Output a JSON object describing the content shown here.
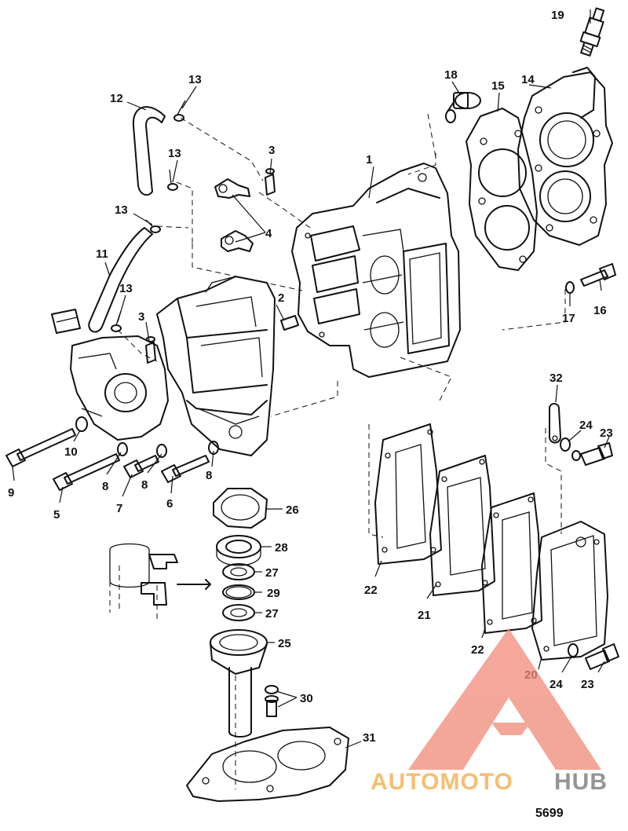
{
  "diagram": {
    "figure_code": "5699",
    "callouts": [
      {
        "id": "c1",
        "label": "1"
      },
      {
        "id": "c2",
        "label": "2"
      },
      {
        "id": "c3a",
        "label": "3"
      },
      {
        "id": "c3b",
        "label": "3"
      },
      {
        "id": "c4",
        "label": "4"
      },
      {
        "id": "c5",
        "label": "5"
      },
      {
        "id": "c6",
        "label": "6"
      },
      {
        "id": "c7",
        "label": "7"
      },
      {
        "id": "c8a",
        "label": "8"
      },
      {
        "id": "c8b",
        "label": "8"
      },
      {
        "id": "c8c",
        "label": "8"
      },
      {
        "id": "c9",
        "label": "9"
      },
      {
        "id": "c10",
        "label": "10"
      },
      {
        "id": "c11",
        "label": "11"
      },
      {
        "id": "c12",
        "label": "12"
      },
      {
        "id": "c13a",
        "label": "13"
      },
      {
        "id": "c13b",
        "label": "13"
      },
      {
        "id": "c13c",
        "label": "13"
      },
      {
        "id": "c13d",
        "label": "13"
      },
      {
        "id": "c14",
        "label": "14"
      },
      {
        "id": "c15",
        "label": "15"
      },
      {
        "id": "c16",
        "label": "16"
      },
      {
        "id": "c17",
        "label": "17"
      },
      {
        "id": "c18",
        "label": "18"
      },
      {
        "id": "c19",
        "label": "19"
      },
      {
        "id": "c20",
        "label": "20"
      },
      {
        "id": "c21",
        "label": "21"
      },
      {
        "id": "c22a",
        "label": "22"
      },
      {
        "id": "c22b",
        "label": "22"
      },
      {
        "id": "c23a",
        "label": "23"
      },
      {
        "id": "c23b",
        "label": "23"
      },
      {
        "id": "c24a",
        "label": "24"
      },
      {
        "id": "c24b",
        "label": "24"
      },
      {
        "id": "c25",
        "label": "25"
      },
      {
        "id": "c26",
        "label": "26"
      },
      {
        "id": "c27a",
        "label": "27"
      },
      {
        "id": "c27b",
        "label": "27"
      },
      {
        "id": "c28",
        "label": "28"
      },
      {
        "id": "c29",
        "label": "29"
      },
      {
        "id": "c30",
        "label": "30"
      },
      {
        "id": "c31",
        "label": "31"
      },
      {
        "id": "c32",
        "label": "32"
      }
    ]
  },
  "watermark": {
    "part1": "AUTOMOTO",
    "part2": "HUB",
    "color_main": "#f08a78",
    "color_accent": "#f4b862",
    "color_dark": "#8a8a8a"
  }
}
